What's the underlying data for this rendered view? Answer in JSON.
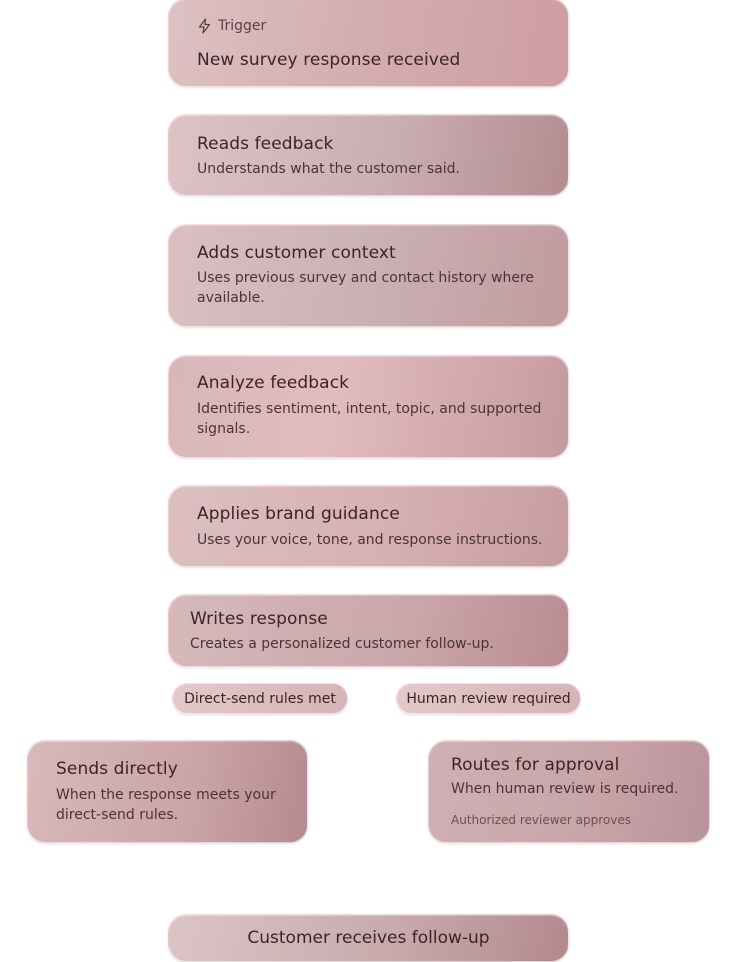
{
  "trigger": {
    "label": "Trigger",
    "title": "New survey response received"
  },
  "steps": [
    {
      "title": "Reads feedback",
      "description": "Understands what the customer said."
    },
    {
      "title": "Adds customer context",
      "description": "Uses previous survey and contact history where available."
    },
    {
      "title": "Analyze feedback",
      "description": "Identifies sentiment, intent, topic, and supported signals."
    },
    {
      "title": "Applies brand guidance",
      "description": "Uses your voice, tone, and response instructions."
    },
    {
      "title": "Writes response",
      "description": "Creates a personalized customer follow-up."
    }
  ],
  "branches": {
    "left_condition": "Direct-send rules met",
    "right_condition": "Human review required",
    "left": {
      "title": "Sends directly",
      "description": "When the response meets your direct-send rules."
    },
    "right": {
      "title": "Routes for approval",
      "description": "When human review is required.",
      "note": "Authorized reviewer approves"
    }
  },
  "outcome": {
    "title": "Customer receives follow-up"
  },
  "icons": {
    "trigger": "lightning-bolt-icon"
  }
}
